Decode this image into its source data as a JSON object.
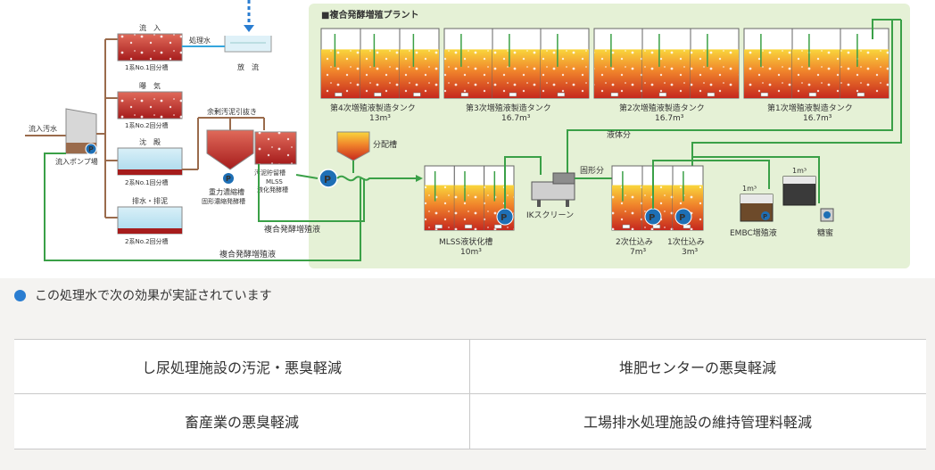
{
  "plant_title": "■複合発酵増殖プラント",
  "labels": {
    "inflow": "流　入",
    "aeration": "曝　気",
    "settling": "沈　殿",
    "drain": "排水・排泥",
    "tank1": "1系No.1回分槽",
    "tank2": "1系No.2回分槽",
    "tank3": "2系No.1回分槽",
    "tank4": "2系No.2回分槽",
    "treated_water": "処理水",
    "discharge": "放　流",
    "influent": "流入汚水",
    "pump_station": "流入ポンプ場",
    "excess_sludge": "余剰汚泥引抜き",
    "gravity_thickener": "重力濃縮槽",
    "solids_conc": "固形濃縮発酵槽",
    "sludge_storage": "汚泥貯留槽",
    "mlss": "MLSS",
    "liquefaction": "液化発酵槽",
    "distribution": "分配槽",
    "return_top": "複合発酵増殖液",
    "return_bottom": "複合発酵増殖液",
    "tank_4th": "第4次増殖液製造タンク",
    "tank_4th_vol": "13m³",
    "tank_3rd": "第3次増殖液製造タンク",
    "tank_3rd_vol": "16.7m³",
    "tank_2nd": "第2次増殖液製造タンク",
    "tank_2nd_vol": "16.7m³",
    "tank_1st": "第1次増殖液製造タンク",
    "tank_1st_vol": "16.7m³",
    "mlss_tank": "MLSS液状化槽",
    "mlss_tank_vol": "10m³",
    "ik_screen": "IKスクリーン",
    "liquid": "液体分",
    "solid": "固形分",
    "second_charge": "2次仕込み",
    "second_charge_vol": "7m³",
    "first_charge": "1次仕込み",
    "first_charge_vol": "3m³",
    "embc": "EMBC増殖液",
    "embc_vol": "1m³",
    "molasses": "糖蜜",
    "molasses_vol": "1m³",
    "pump": "P"
  },
  "section_heading": "この処理水で次の効果が実証されています",
  "effects": [
    "し尿処理施設の汚泥・悪臭軽減",
    "堆肥センターの悪臭軽減",
    "畜産業の悪臭軽減",
    "工場排水処理施設の維持管理料軽減"
  ],
  "colors": {
    "plant_bg": "#e5f1d6",
    "flow_green": "#3aa047",
    "flow_blue": "#35a6dd",
    "flow_brown": "#9a6b4c",
    "section_dot": "#2a7dd1",
    "plant_title": "#e52d2d"
  }
}
